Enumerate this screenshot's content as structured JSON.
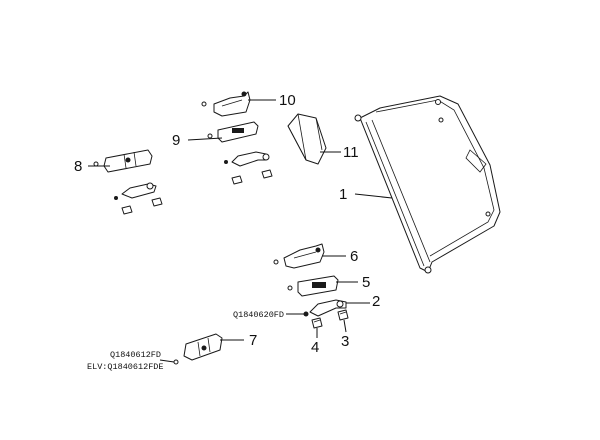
{
  "callouts": {
    "c1": "1",
    "c2": "2",
    "c3": "3",
    "c4": "4",
    "c5": "5",
    "c6": "6",
    "c7": "7",
    "c8": "8",
    "c9": "9",
    "c10": "10",
    "c11": "11"
  },
  "part_codes": {
    "screw_handle": "Q1840620FD",
    "screw_hinge": "Q1840612FD",
    "screw_hinge_elv": "ELV:Q1840612FDE"
  }
}
